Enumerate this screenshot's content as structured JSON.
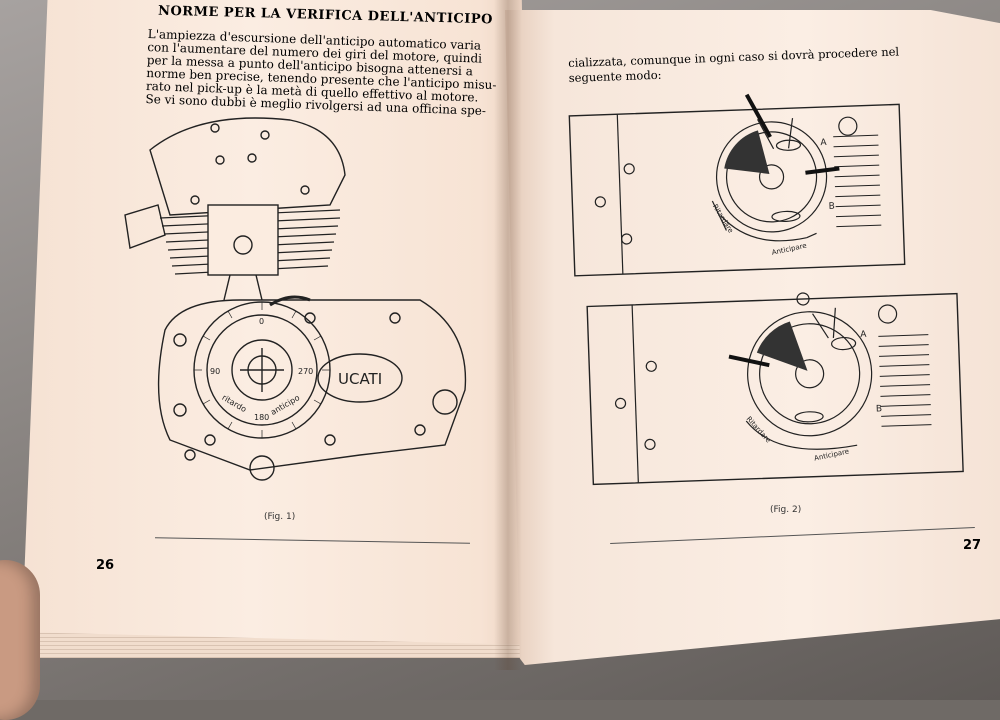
{
  "left_page": {
    "heading": "NORME PER LA VERIFICA DELL'ANTICIPO",
    "paragraph_lines": [
      "L'ampiezza d'escursione dell'anticipo automatico varia",
      "con l'aumentare del numero dei giri del motore, quindi",
      "per la messa a punto dell'anticipo bisogna attenersi a",
      "norme ben precise, tenendo presente che l'anticipo misu-",
      "rato nel pick-up è la metà di quello effettivo al motore.",
      "Se vi sono dubbi è meglio rivolgersi ad una officina spe-"
    ],
    "figure_caption": "(Fig. 1)",
    "page_number": "26",
    "engine_labels": {
      "brand": "UCATI",
      "deg_top": "0",
      "deg_left": "90",
      "deg_right": "270",
      "deg_bottom": "180",
      "arc_left": "ritardo",
      "arc_right": "anticipo"
    }
  },
  "right_page": {
    "text_lines": [
      "cializzata, comunque in ogni caso si dovrà procedere nel",
      "seguente modo:"
    ],
    "figure_caption": "(Fig. 2)",
    "page_number": "27",
    "diagram1": {
      "label_a": "A",
      "label_b": "B",
      "arc_left": "Ritardare",
      "arc_right": "Anticipare"
    },
    "diagram2": {
      "label_a": "A",
      "label_b": "B",
      "arc_left": "Ritardare",
      "arc_right": "Anticipare"
    }
  }
}
